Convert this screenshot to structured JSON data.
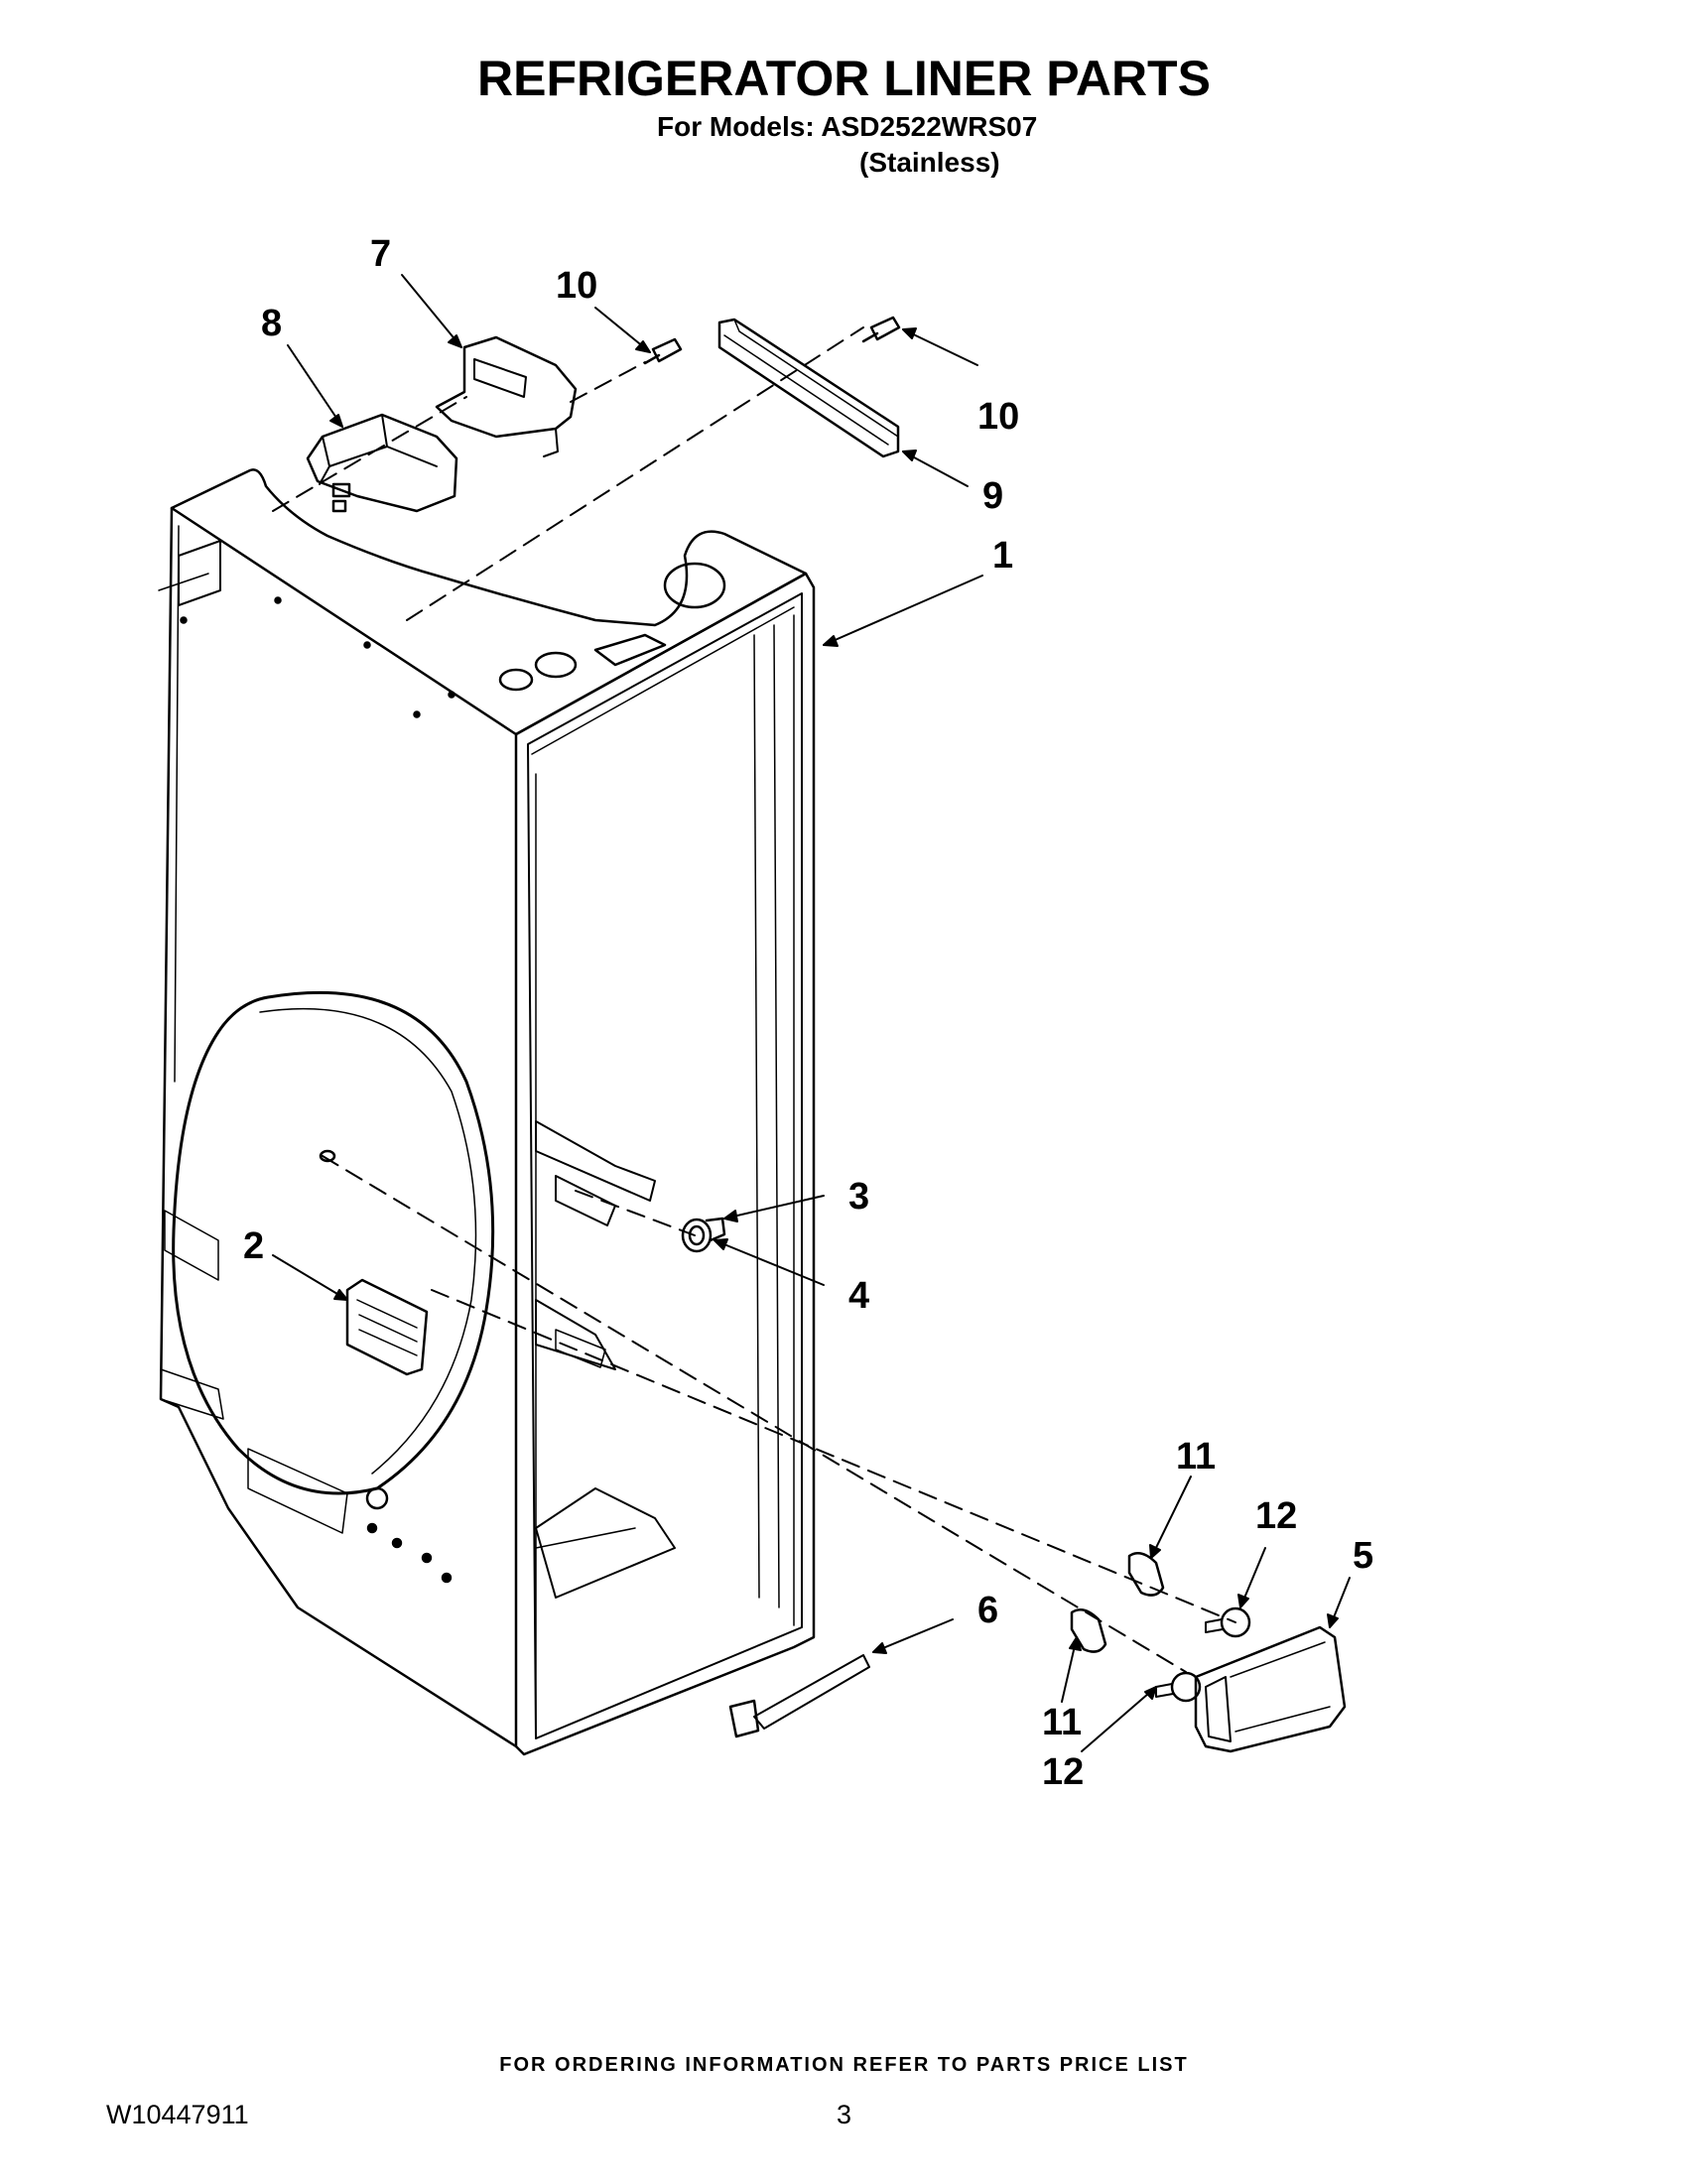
{
  "header": {
    "title": "REFRIGERATOR LINER PARTS",
    "models_line": "For Models: ASD2522WRS07",
    "variant_line": "(Stainless)"
  },
  "callouts": {
    "c1": "1",
    "c2": "2",
    "c3": "3",
    "c4": "4",
    "c5": "5",
    "c6": "6",
    "c7": "7",
    "c8": "8",
    "c9": "9",
    "c10a": "10",
    "c10b": "10",
    "c11a": "11",
    "c11b": "11",
    "c12a": "12",
    "c12b": "12"
  },
  "footer": {
    "ordering_note": "FOR ORDERING INFORMATION REFER TO PARTS PRICE LIST",
    "document_number": "W10447911",
    "page_number": "3"
  }
}
